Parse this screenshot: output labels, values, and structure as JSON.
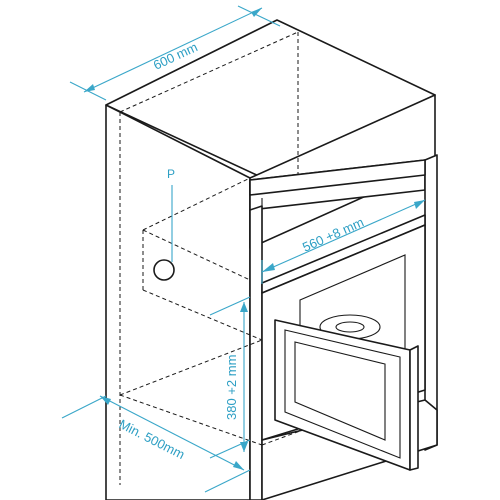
{
  "colors": {
    "dimension": "#2d9fc4",
    "outline": "#1a1a1a",
    "background": "#ffffff"
  },
  "dimensions": {
    "width_top": "600 mm",
    "depth_niche": "560 +8 mm",
    "height_niche": "380 +2 mm",
    "depth_min": "Min. 500mm"
  },
  "labels": {
    "power_point": "P"
  }
}
